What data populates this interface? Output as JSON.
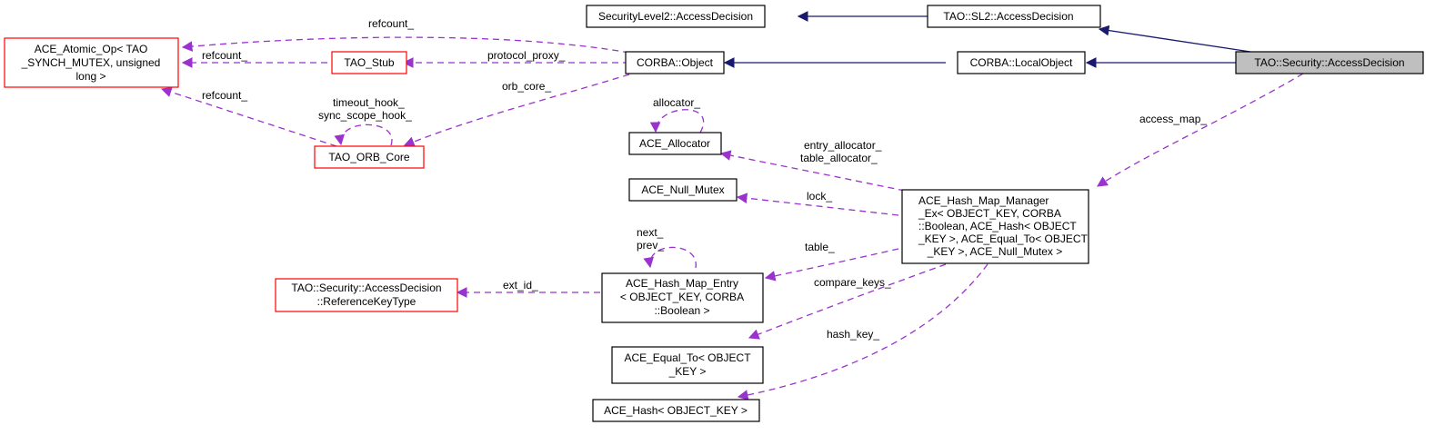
{
  "title": "TAO::Security::AccessDecision collaboration diagram",
  "colors": {
    "inherit_edge": "#191970",
    "use_edge": "#9a32cd",
    "focus_fill": "#bfbfbf",
    "default_border": "#000000",
    "undocumented_border": "#ff0000"
  },
  "nodes": {
    "ace_atomic_op": {
      "lines": [
        "ACE_Atomic_Op< TAO",
        "_SYNCH_MUTEX, unsigned",
        "long >"
      ],
      "kind": "undocumented"
    },
    "tao_stub": {
      "lines": [
        "TAO_Stub"
      ],
      "kind": "undocumented"
    },
    "tao_orb_core": {
      "lines": [
        "TAO_ORB_Core"
      ],
      "kind": "undocumented"
    },
    "corba_object": {
      "lines": [
        "CORBA::Object"
      ],
      "kind": "normal"
    },
    "securitylevel2_accessdecision": {
      "lines": [
        "SecurityLevel2::AccessDecision"
      ],
      "kind": "normal"
    },
    "tao_sl2_accessdecision": {
      "lines": [
        "TAO::SL2::AccessDecision"
      ],
      "kind": "normal"
    },
    "corba_localobject": {
      "lines": [
        "CORBA::LocalObject"
      ],
      "kind": "normal"
    },
    "tao_security_accessdecision": {
      "lines": [
        "TAO::Security::AccessDecision"
      ],
      "kind": "focus"
    },
    "ace_allocator": {
      "lines": [
        "ACE_Allocator"
      ],
      "kind": "normal"
    },
    "ace_null_mutex": {
      "lines": [
        "ACE_Null_Mutex"
      ],
      "kind": "normal"
    },
    "ace_hash_map_manager": {
      "lines": [
        "ACE_Hash_Map_Manager",
        "_Ex< OBJECT_KEY, CORBA",
        "::Boolean, ACE_Hash< OBJECT",
        "_KEY >, ACE_Equal_To< OBJECT",
        "_KEY >, ACE_Null_Mutex >"
      ],
      "kind": "normal"
    },
    "reference_key_type": {
      "lines": [
        "TAO::Security::AccessDecision",
        "::ReferenceKeyType"
      ],
      "kind": "undocumented"
    },
    "ace_hash_map_entry": {
      "lines": [
        "ACE_Hash_Map_Entry",
        "< OBJECT_KEY, CORBA",
        "::Boolean >"
      ],
      "kind": "normal"
    },
    "ace_equal_to": {
      "lines": [
        "ACE_Equal_To< OBJECT",
        "_KEY >"
      ],
      "kind": "normal"
    },
    "ace_hash": {
      "lines": [
        "ACE_Hash< OBJECT_KEY >"
      ],
      "kind": "normal"
    }
  },
  "edges": {
    "refcount_object": {
      "label": [
        "refcount_"
      ],
      "from": "corba_object",
      "to": "ace_atomic_op",
      "type": "use"
    },
    "refcount_stub": {
      "label": [
        "refcount_"
      ],
      "from": "tao_stub",
      "to": "ace_atomic_op",
      "type": "use"
    },
    "refcount_orbcore": {
      "label": [
        "refcount_"
      ],
      "from": "tao_orb_core",
      "to": "ace_atomic_op",
      "type": "use"
    },
    "protocol_proxy": {
      "label": [
        "protocol_proxy_"
      ],
      "from": "corba_object",
      "to": "tao_stub",
      "type": "use"
    },
    "orb_core": {
      "label": [
        "orb_core_"
      ],
      "from": "corba_object",
      "to": "tao_orb_core",
      "type": "use"
    },
    "hooks": {
      "label": [
        "timeout_hook_",
        "sync_scope_hook_"
      ],
      "from": "tao_orb_core",
      "to": "tao_orb_core",
      "type": "use"
    },
    "inherit_sl2_base": {
      "label": [],
      "from": "tao_sl2_accessdecision",
      "to": "securitylevel2_accessdecision",
      "type": "inherit"
    },
    "inherit_localobject_object": {
      "label": [],
      "from": "corba_localobject",
      "to": "corba_object",
      "type": "inherit"
    },
    "inherit_sec_sl2": {
      "label": [],
      "from": "tao_security_accessdecision",
      "to": "tao_sl2_accessdecision",
      "type": "inherit"
    },
    "inherit_sec_localobject": {
      "label": [],
      "from": "tao_security_accessdecision",
      "to": "corba_localobject",
      "type": "inherit"
    },
    "access_map": {
      "label": [
        "access_map_"
      ],
      "from": "tao_security_accessdecision",
      "to": "ace_hash_map_manager",
      "type": "use"
    },
    "allocator_self": {
      "label": [
        "allocator_"
      ],
      "from": "ace_allocator",
      "to": "ace_allocator",
      "type": "use"
    },
    "allocators": {
      "label": [
        "entry_allocator_",
        "table_allocator_"
      ],
      "from": "ace_hash_map_manager",
      "to": "ace_allocator",
      "type": "use"
    },
    "lock": {
      "label": [
        "lock_"
      ],
      "from": "ace_hash_map_manager",
      "to": "ace_null_mutex",
      "type": "use"
    },
    "table": {
      "label": [
        "table_"
      ],
      "from": "ace_hash_map_manager",
      "to": "ace_hash_map_entry",
      "type": "use"
    },
    "next_prev": {
      "label": [
        "next_",
        "prev_"
      ],
      "from": "ace_hash_map_entry",
      "to": "ace_hash_map_entry",
      "type": "use"
    },
    "ext_id": {
      "label": [
        "ext_id_"
      ],
      "from": "ace_hash_map_entry",
      "to": "reference_key_type",
      "type": "use"
    },
    "compare_keys": {
      "label": [
        "compare_keys_"
      ],
      "from": "ace_hash_map_manager",
      "to": "ace_equal_to",
      "type": "use"
    },
    "hash_key": {
      "label": [
        "hash_key_"
      ],
      "from": "ace_hash_map_manager",
      "to": "ace_hash",
      "type": "use"
    }
  }
}
